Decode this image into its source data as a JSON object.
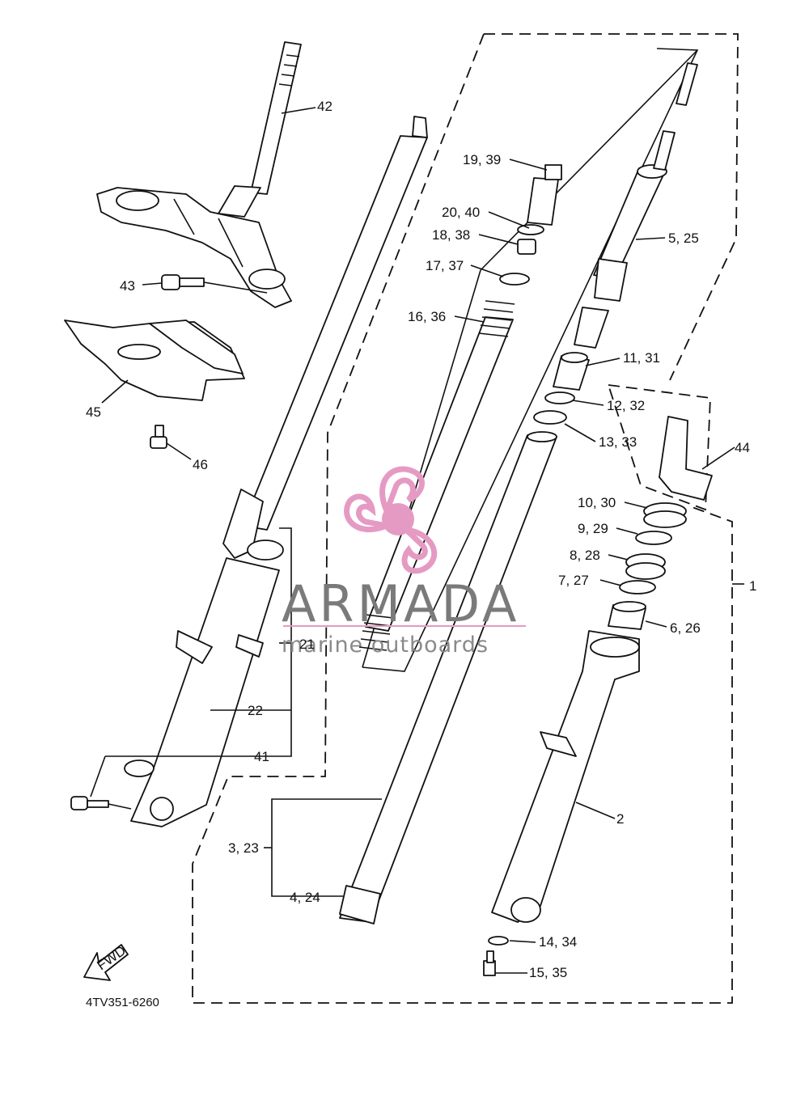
{
  "part_labels": {
    "p1": "1",
    "p2": "2",
    "p3_23": "3, 23",
    "p4_24": "4, 24",
    "p5_25": "5, 25",
    "p6_26": "6, 26",
    "p7_27": "7, 27",
    "p8_28": "8, 28",
    "p9_29": "9, 29",
    "p10_30": "10, 30",
    "p11_31": "11, 31",
    "p12_32": "12, 32",
    "p13_33": "13, 33",
    "p14_34": "14, 34",
    "p15_35": "15, 35",
    "p16_36": "16, 36",
    "p17_37": "17, 37",
    "p18_38": "18, 38",
    "p19_39": "19, 39",
    "p20_40": "20, 40",
    "p21": "21",
    "p22": "22",
    "p41": "41",
    "p42": "42",
    "p43": "43",
    "p44": "44",
    "p45": "45",
    "p46": "46"
  },
  "fwd_label": "FWD",
  "diagram_code": "4TV351-6260",
  "watermark": {
    "brand": "ARMADA",
    "tagline": "marine outboards",
    "color": "#e59ac4"
  }
}
